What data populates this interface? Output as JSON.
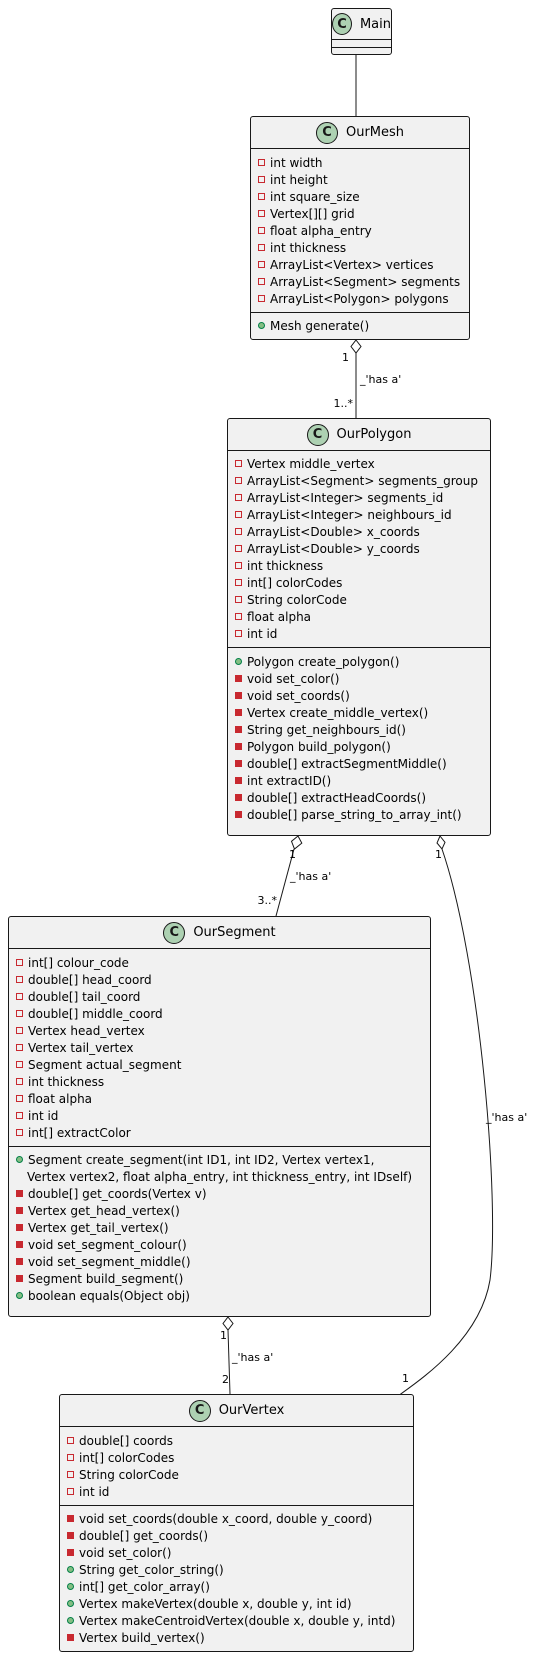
{
  "classes": {
    "main": {
      "name": "Main",
      "stereotype_icon": "C",
      "attributes": [],
      "methods": []
    },
    "ourmesh": {
      "name": "OurMesh",
      "stereotype_icon": "C",
      "attributes": [
        {
          "vis": "private",
          "text": "int width"
        },
        {
          "vis": "private",
          "text": "int height"
        },
        {
          "vis": "private",
          "text": "int square_size"
        },
        {
          "vis": "private",
          "text": "Vertex[][] grid"
        },
        {
          "vis": "private",
          "text": "float alpha_entry"
        },
        {
          "vis": "private",
          "text": "int thickness"
        },
        {
          "vis": "private",
          "text": "ArrayList<Vertex> vertices"
        },
        {
          "vis": "private",
          "text": "ArrayList<Segment> segments"
        },
        {
          "vis": "private",
          "text": "ArrayList<Polygon> polygons"
        }
      ],
      "methods": [
        {
          "vis": "public",
          "text": "Mesh generate()"
        }
      ]
    },
    "ourpolygon": {
      "name": "OurPolygon",
      "stereotype_icon": "C",
      "attributes": [
        {
          "vis": "private",
          "text": "Vertex middle_vertex"
        },
        {
          "vis": "private",
          "text": "ArrayList<Segment> segments_group"
        },
        {
          "vis": "private",
          "text": "ArrayList<Integer> segments_id"
        },
        {
          "vis": "private",
          "text": "ArrayList<Integer> neighbours_id"
        },
        {
          "vis": "private",
          "text": "ArrayList<Double> x_coords"
        },
        {
          "vis": "private",
          "text": "ArrayList<Double> y_coords"
        },
        {
          "vis": "private",
          "text": "int thickness"
        },
        {
          "vis": "private",
          "text": "int[] colorCodes"
        },
        {
          "vis": "private",
          "text": "String colorCode"
        },
        {
          "vis": "private",
          "text": "float alpha"
        },
        {
          "vis": "private",
          "text": "int id"
        }
      ],
      "methods": [
        {
          "vis": "public",
          "text": "Polygon create_polygon()"
        },
        {
          "vis": "private",
          "text": "void set_color()"
        },
        {
          "vis": "private",
          "text": "void set_coords()"
        },
        {
          "vis": "private",
          "text": "Vertex create_middle_vertex()"
        },
        {
          "vis": "private",
          "text": "String get_neighbours_id()"
        },
        {
          "vis": "private",
          "text": "Polygon build_polygon()"
        },
        {
          "vis": "private",
          "text": "double[] extractSegmentMiddle()"
        },
        {
          "vis": "private",
          "text": "int extractID()"
        },
        {
          "vis": "private",
          "text": "double[] extractHeadCoords()"
        },
        {
          "vis": "private",
          "text": "double[] parse_string_to_array_int()"
        }
      ]
    },
    "oursegment": {
      "name": "OurSegment",
      "stereotype_icon": "C",
      "attributes": [
        {
          "vis": "private",
          "text": "int[] colour_code"
        },
        {
          "vis": "private",
          "text": "double[] head_coord"
        },
        {
          "vis": "private",
          "text": "double[] tail_coord"
        },
        {
          "vis": "private",
          "text": "double[] middle_coord"
        },
        {
          "vis": "private",
          "text": "Vertex head_vertex"
        },
        {
          "vis": "private",
          "text": "Vertex tail_vertex"
        },
        {
          "vis": "private",
          "text": "Segment actual_segment"
        },
        {
          "vis": "private",
          "text": "int thickness"
        },
        {
          "vis": "private",
          "text": "float alpha"
        },
        {
          "vis": "private",
          "text": "int id"
        },
        {
          "vis": "private",
          "text": "int[] extractColor"
        }
      ],
      "methods": [
        {
          "vis": "public",
          "text": "Segment create_segment(int ID1, int ID2, Vertex vertex1,"
        },
        {
          "vis": "cont",
          "text": "Vertex vertex2, float alpha_entry, int thickness_entry, int IDself)"
        },
        {
          "vis": "private",
          "text": "double[] get_coords(Vertex v)"
        },
        {
          "vis": "private",
          "text": "Vertex get_head_vertex()"
        },
        {
          "vis": "private",
          "text": "Vertex get_tail_vertex()"
        },
        {
          "vis": "private",
          "text": "void set_segment_colour()"
        },
        {
          "vis": "private",
          "text": "void set_segment_middle()"
        },
        {
          "vis": "private",
          "text": "Segment build_segment()"
        },
        {
          "vis": "public",
          "text": "boolean equals(Object obj)"
        }
      ]
    },
    "ourvertex": {
      "name": "OurVertex",
      "stereotype_icon": "C",
      "attributes": [
        {
          "vis": "private",
          "text": "double[] coords"
        },
        {
          "vis": "private",
          "text": "int[] colorCodes"
        },
        {
          "vis": "private",
          "text": "String colorCode"
        },
        {
          "vis": "private",
          "text": "int id"
        }
      ],
      "methods": [
        {
          "vis": "private",
          "text": "void set_coords(double x_coord, double y_coord)"
        },
        {
          "vis": "private",
          "text": "double[] get_coords()"
        },
        {
          "vis": "private",
          "text": "void set_color()"
        },
        {
          "vis": "public",
          "text": "String get_color_string()"
        },
        {
          "vis": "public",
          "text": "int[] get_color_array()"
        },
        {
          "vis": "public",
          "text": "Vertex makeVertex(double x, double y, int id)"
        },
        {
          "vis": "public",
          "text": "Vertex makeCentroidVertex(double x, double y, intd)"
        },
        {
          "vis": "private",
          "text": "Vertex build_vertex()"
        }
      ]
    }
  },
  "relations": [
    {
      "id": "main-mesh",
      "from": "Main",
      "to": "OurMesh",
      "label": "",
      "mult_from": "",
      "mult_to": ""
    },
    {
      "id": "mesh-polygon",
      "from": "OurMesh",
      "to": "OurPolygon",
      "label": "_'has a'",
      "mult_from": "1",
      "mult_to": "1..*"
    },
    {
      "id": "polygon-segment",
      "from": "OurPolygon",
      "to": "OurSegment",
      "label": "_'has a'",
      "mult_from": "1",
      "mult_to": "3..*"
    },
    {
      "id": "polygon-vertex",
      "from": "OurPolygon",
      "to": "OurVertex",
      "label": "_'has a'",
      "mult_from": "1",
      "mult_to": "1"
    },
    {
      "id": "segment-vertex",
      "from": "OurSegment",
      "to": "OurVertex",
      "label": "_'has a'",
      "mult_from": "1",
      "mult_to": "2"
    }
  ],
  "colors": {
    "class_fill": "#f1f1f1",
    "border": "#181818",
    "class_icon": "#add1b2",
    "private_marker": "#c82930",
    "public_marker": "#038048"
  }
}
